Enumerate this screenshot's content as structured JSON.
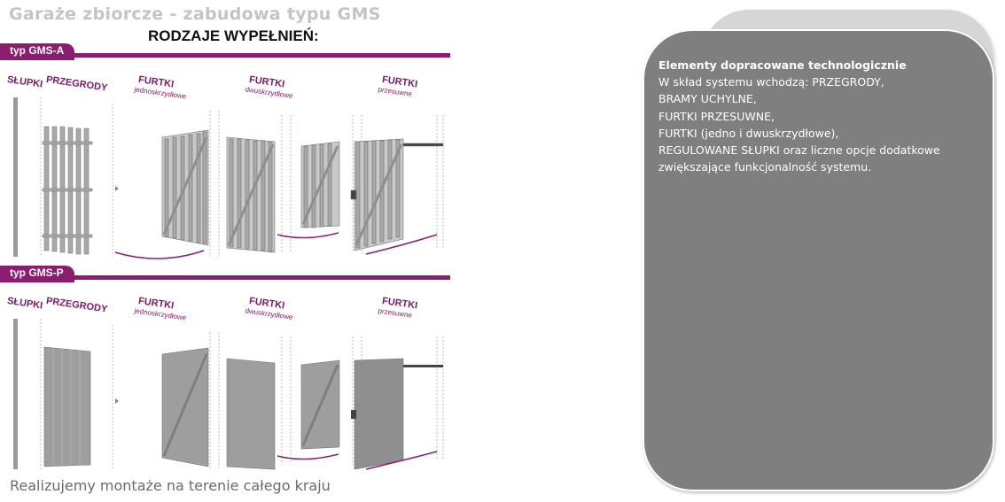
{
  "header": {
    "title": "Garaże zbiorcze - zabudowa typu GMS",
    "subtitle": "RODZAJE WYPEŁNIEŃ:"
  },
  "sections": [
    {
      "label": "typ GMS-A",
      "categories": [
        {
          "name": "SŁUPKI",
          "sub": ""
        },
        {
          "name": "PRZEGRODY",
          "sub": ""
        },
        {
          "name": "FURTKI",
          "sub": "jednoskrzydłowe"
        },
        {
          "name": "FURTKI",
          "sub": "dwuskrzydłowe"
        },
        {
          "name": "FURTKI",
          "sub": "przesuwne"
        }
      ]
    },
    {
      "label": "typ GMS-P",
      "categories": [
        {
          "name": "SŁUPKI",
          "sub": ""
        },
        {
          "name": "PRZEGRODY",
          "sub": ""
        },
        {
          "name": "FURTKI",
          "sub": "jednoskrzydłowe"
        },
        {
          "name": "FURTKI",
          "sub": "dwuskrzydłowe"
        },
        {
          "name": "FURTKI",
          "sub": "przesuwne"
        }
      ]
    }
  ],
  "footer": "Realizujemy montaże  na terenie całego kraju",
  "info_card": {
    "heading": "Elementy dopracowane technologicznie",
    "lines": [
      "W skład systemu wchodzą:  PRZEGRODY,",
      "BRAMY UCHYLNE,",
      "FURTKI PRZESUWNE,",
      " FURTKI (jedno i dwuskrzydłowe),",
      " REGULOWANE SŁUPKI oraz liczne opcje dodatkowe",
      "zwiększające funkcjonalność systemu."
    ]
  },
  "colors": {
    "band": "#8b1d6f",
    "card": "#7f7f7f",
    "card_shadow": "#d6d6d6",
    "metal": "#a9a9a9"
  }
}
